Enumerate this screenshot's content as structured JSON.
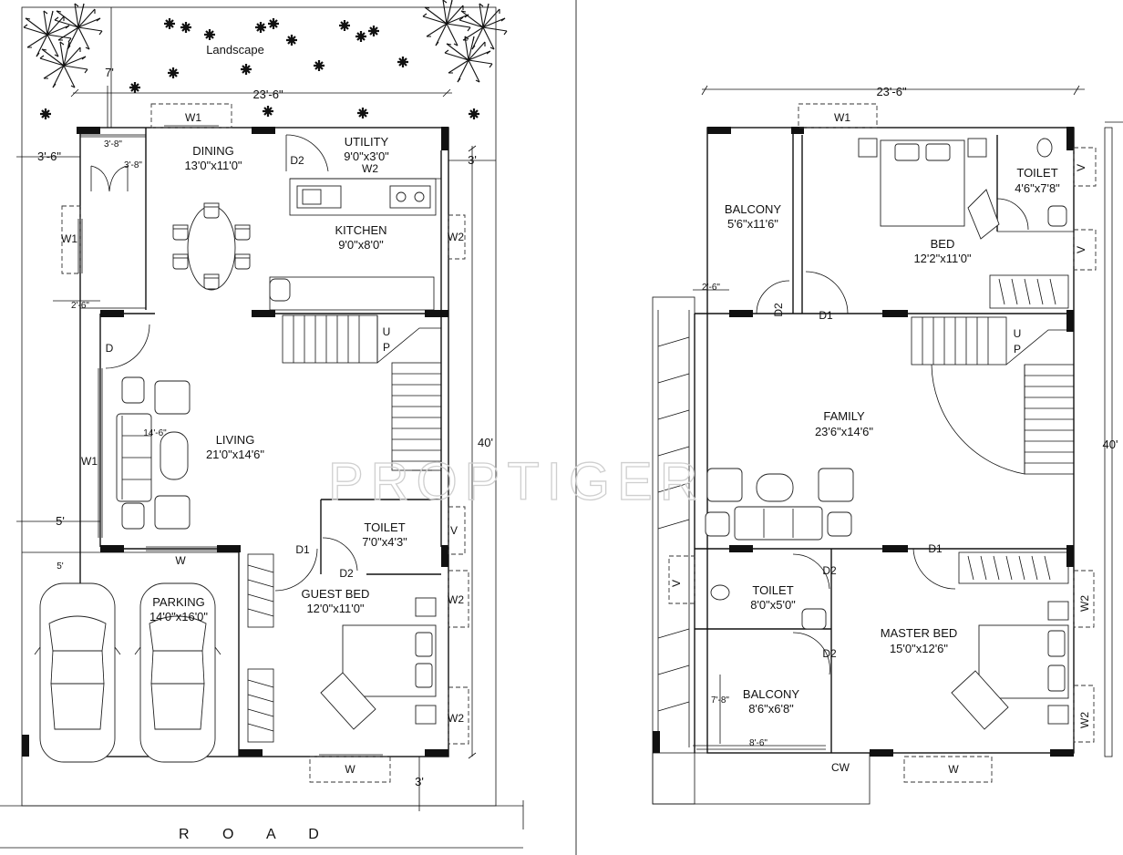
{
  "ground": {
    "landscape": "Landscape",
    "road": "R O A D",
    "dims": {
      "width_top": "23'-6\"",
      "setback_top": "7'",
      "side_left": "3'-6\"",
      "side_right": "3'",
      "depth": "40'",
      "front": "3'",
      "porch_w": "3'-8\"",
      "porch_d": "3'-8\"",
      "passage": "2'-6\"",
      "side_5": "5'",
      "parking_5": "5'",
      "living_w": "14'-6\""
    },
    "rooms": [
      {
        "name": "DINING",
        "size": "13'0\"x11'0\""
      },
      {
        "name": "UTILITY",
        "size": "9'0\"x3'0\""
      },
      {
        "name": "KITCHEN",
        "size": "9'0\"x8'0\""
      },
      {
        "name": "LIVING",
        "size": "21'0\"x14'6\""
      },
      {
        "name": "TOILET",
        "size": "7'0\"x4'3\""
      },
      {
        "name": "GUEST BED",
        "size": "12'0\"x11'0\""
      },
      {
        "name": "PARKING",
        "size": "14'0\"x16'0\""
      }
    ],
    "openings": [
      "W1",
      "D2",
      "W2",
      "W1",
      "W2",
      "D",
      "W1",
      "W",
      "D1",
      "D2",
      "V",
      "W2",
      "W2",
      "W"
    ],
    "stair": [
      "U",
      "P"
    ]
  },
  "first": {
    "dims": {
      "width_top": "23'-6\"",
      "depth": "40'",
      "passage": "2'-6\"",
      "balcony_d": "7'-8\"",
      "balcony_w": "8'-6\""
    },
    "rooms": [
      {
        "name": "BALCONY",
        "size": "5'6\"x11'6\""
      },
      {
        "name": "BED",
        "size": "12'2\"x11'0\""
      },
      {
        "name": "TOILET",
        "size": "4'6\"x7'8\""
      },
      {
        "name": "FAMILY",
        "size": "23'6\"x14'6\""
      },
      {
        "name": "TOILET",
        "size": "8'0\"x5'0\""
      },
      {
        "name": "MASTER BED",
        "size": "15'0\"x12'6\""
      },
      {
        "name": "BALCONY",
        "size": "8'6\"x6'8\""
      }
    ],
    "openings": [
      "W1",
      "D2",
      "D1",
      "D1",
      "D2",
      "D2",
      "CW",
      "W",
      "W2",
      "W2",
      "V",
      "V",
      "V"
    ],
    "stair": [
      "U",
      "P"
    ]
  },
  "watermark": "PROPTIGER"
}
